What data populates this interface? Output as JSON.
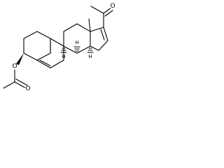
{
  "structure": {
    "atom_labels": {
      "ketone_oxygen": "O",
      "ester_ring_oxygen": "O",
      "ester_carbonyl_oxygen": "O"
    },
    "stereo_hydrogen_labels": {
      "h8": "H",
      "h9": "H",
      "h14": "H"
    }
  }
}
